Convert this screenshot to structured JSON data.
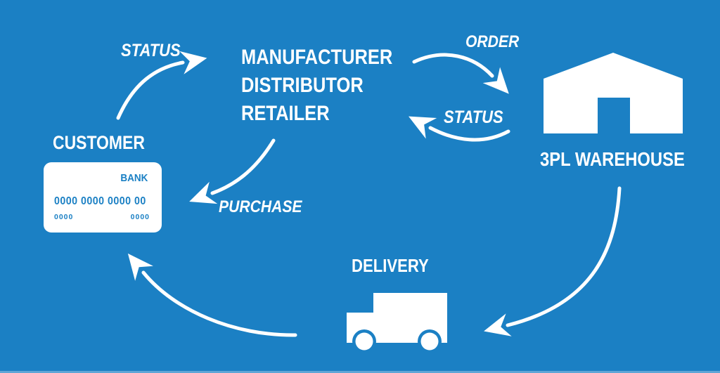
{
  "colors": {
    "background": "#1b80c4",
    "foreground": "#ffffff",
    "card_background": "#ffffff",
    "card_text": "#1b80c4"
  },
  "nodes": {
    "manufacturer": {
      "line1": "MANUFACTURER",
      "line2": "DISTRIBUTOR",
      "line3": "RETAILER"
    },
    "customer": {
      "label": "CUSTOMER",
      "card": {
        "bank_label": "BANK",
        "card_number": "0000 0000 0000 00",
        "bottom_left": "0000",
        "bottom_right": "0000"
      }
    },
    "warehouse": {
      "label": "3PL WAREHOUSE",
      "icon": "warehouse-icon"
    },
    "delivery": {
      "label": "DELIVERY",
      "icon": "delivery-truck-icon"
    }
  },
  "arrows": {
    "customer_to_manufacturer": {
      "label": "STATUS",
      "from": "CUSTOMER",
      "to": "MANUFACTURER"
    },
    "manufacturer_to_warehouse": {
      "label": "ORDER",
      "from": "MANUFACTURER",
      "to": "3PL WAREHOUSE"
    },
    "warehouse_to_manufacturer": {
      "label": "STATUS",
      "from": "3PL WAREHOUSE",
      "to": "MANUFACTURER"
    },
    "manufacturer_to_customer": {
      "label": "PURCHASE",
      "from": "MANUFACTURER",
      "to": "CUSTOMER"
    },
    "warehouse_to_delivery": {
      "label": "",
      "from": "3PL WAREHOUSE",
      "to": "DELIVERY"
    },
    "delivery_to_customer": {
      "label": "",
      "from": "DELIVERY",
      "to": "CUSTOMER"
    }
  }
}
